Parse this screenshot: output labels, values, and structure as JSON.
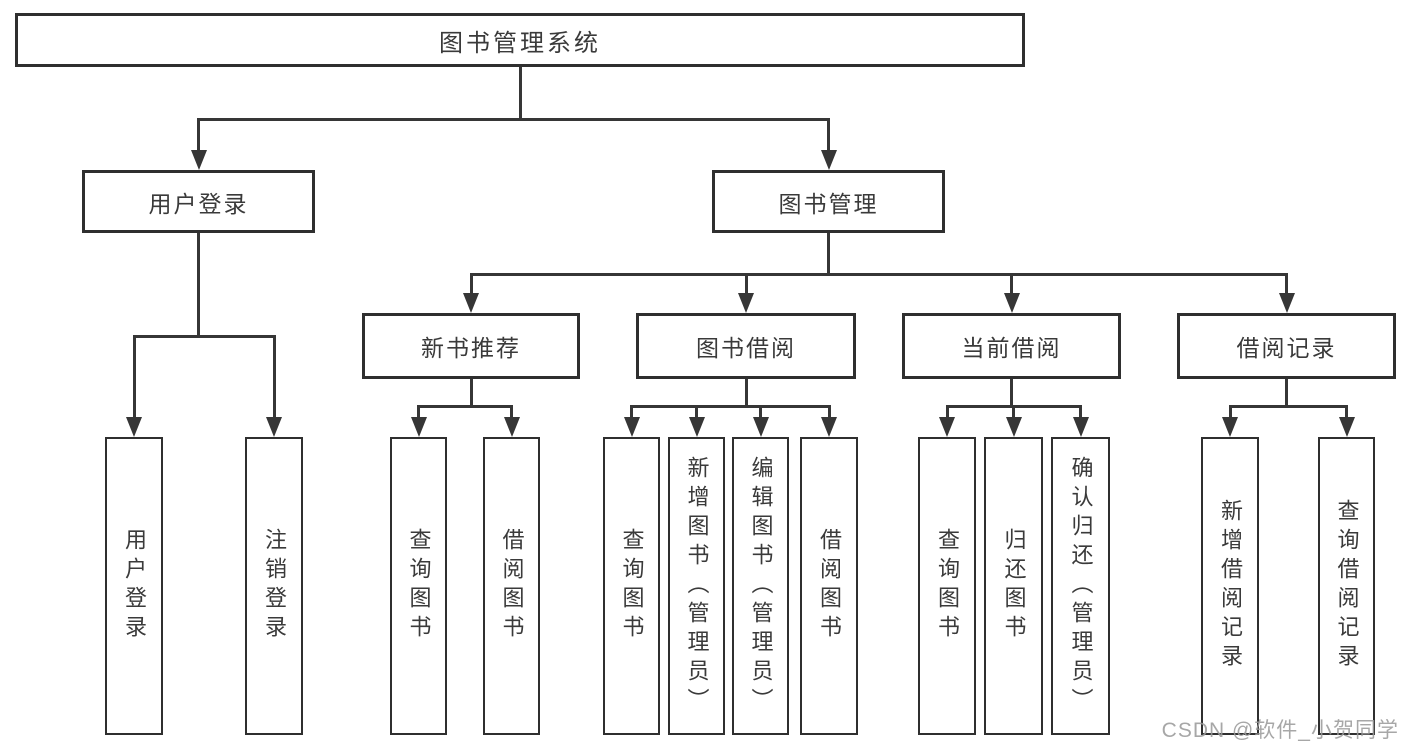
{
  "diagram_title": "图书管理系统",
  "nodes": {
    "root": "图书管理系统",
    "user_login": "用户登录",
    "book_mgmt": "图书管理",
    "new_book_rec": "新书推荐",
    "book_borrow": "图书借阅",
    "current_borrow": "当前借阅",
    "borrow_record": "借阅记录",
    "leaf_user_login": "用户登录",
    "leaf_logout": "注销登录",
    "leaf_query_book_a": "查询图书",
    "leaf_borrow_book_a": "借阅图书",
    "leaf_query_book_b": "查询图书",
    "leaf_add_book": "新增图书（管理员）",
    "leaf_edit_book": "编辑图书（管理员）",
    "leaf_borrow_book_b": "借阅图书",
    "leaf_query_book_c": "查询图书",
    "leaf_return_book": "归还图书",
    "leaf_confirm_return": "确认归还（管理员）",
    "leaf_add_borrow_record": "新增借阅记录",
    "leaf_query_borrow_record": "查询借阅记录"
  },
  "hierarchy": {
    "root": [
      "user_login",
      "book_mgmt"
    ],
    "user_login": [
      "leaf_user_login",
      "leaf_logout"
    ],
    "book_mgmt": [
      "new_book_rec",
      "book_borrow",
      "current_borrow",
      "borrow_record"
    ],
    "new_book_rec": [
      "leaf_query_book_a",
      "leaf_borrow_book_a"
    ],
    "book_borrow": [
      "leaf_query_book_b",
      "leaf_add_book",
      "leaf_edit_book",
      "leaf_borrow_book_b"
    ],
    "current_borrow": [
      "leaf_query_book_c",
      "leaf_return_book",
      "leaf_confirm_return"
    ],
    "borrow_record": [
      "leaf_add_borrow_record",
      "leaf_query_borrow_record"
    ]
  },
  "watermark": {
    "text": "CSDN @软件_小贺同学"
  },
  "colors": {
    "line": "#363636",
    "border": "#2f2f2f",
    "text": "#3a3a3a",
    "background": "#ffffff",
    "watermark": "#9b9b9b"
  }
}
